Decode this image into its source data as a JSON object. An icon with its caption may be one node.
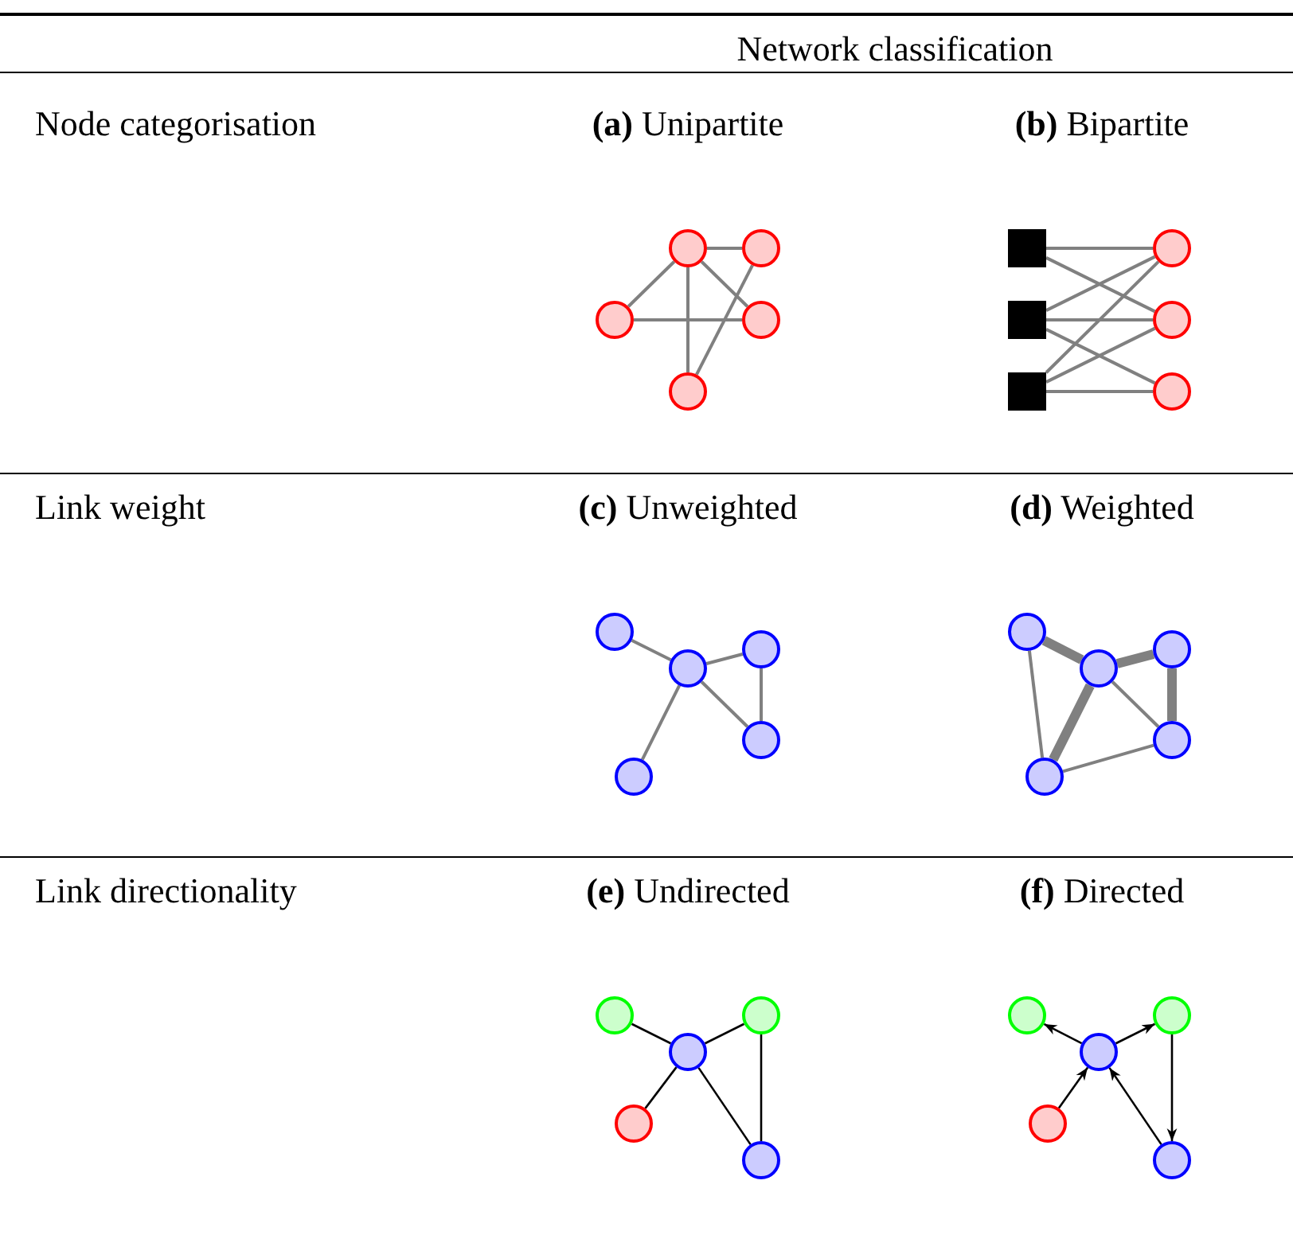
{
  "diagram": {
    "nodes": [
      {
        "text": [],
        "shape": "circle"
      },
      {
        "text": [],
        "shape": "circle"
      },
      {
        "text": [],
        "shape": "circle"
      },
      {
        "text": [],
        "shape": "circle"
      },
      {
        "text": [],
        "shape": "circle"
      },
      {
        "text": [],
        "shape": "box"
      },
      {
        "text": [],
        "shape": "circle"
      },
      {
        "text": [],
        "shape": "box"
      },
      {
        "text": [],
        "shape": "circle"
      },
      {
        "text": [],
        "shape": "box"
      },
      {
        "text": [],
        "shape": "circle"
      },
      {
        "text": [],
        "shape": "circle"
      },
      {
        "text": [],
        "shape": "circle"
      },
      {
        "text": [],
        "shape": "circle"
      },
      {
        "text": [],
        "shape": "circle"
      },
      {
        "text": [],
        "shape": "circle"
      },
      {
        "text": [],
        "shape": "circle"
      },
      {
        "text": [],
        "shape": "circle"
      },
      {
        "text": [],
        "shape": "circle"
      },
      {
        "text": [],
        "shape": "circle"
      },
      {
        "text": [],
        "shape": "circle"
      },
      {
        "text": [],
        "shape": "circle"
      },
      {
        "text": [],
        "shape": "circle"
      },
      {
        "text": [],
        "shape": "circle"
      },
      {
        "text": [],
        "shape": "circle"
      },
      {
        "text": [],
        "shape": "circle"
      },
      {
        "text": [],
        "shape": "circle"
      },
      {
        "text": [],
        "shape": "circle"
      },
      {
        "text": [],
        "shape": "circle"
      },
      {
        "text": [],
        "shape": "circle"
      },
      {
        "text": [],
        "shape": "circle"
      }
    ],
    "edges": [
      {
        "from": 0,
        "to": 1,
        "arrow": "none"
      },
      {
        "from": 0,
        "to": 2,
        "arrow": "none"
      },
      {
        "from": 0,
        "to": 3,
        "arrow": "none"
      },
      {
        "from": 0,
        "to": 4,
        "arrow": "none"
      },
      {
        "from": 2,
        "to": 3,
        "arrow": "none"
      },
      {
        "from": 1,
        "to": 4,
        "arrow": "none"
      },
      {
        "from": 5,
        "to": 6,
        "arrow": "none"
      },
      {
        "from": 5,
        "to": 8,
        "arrow": "none"
      },
      {
        "from": 7,
        "to": 6,
        "arrow": "none"
      },
      {
        "from": 7,
        "to": 8,
        "arrow": "none"
      },
      {
        "from": 7,
        "to": 10,
        "arrow": "none"
      },
      {
        "from": 9,
        "to": 6,
        "arrow": "none"
      },
      {
        "from": 9,
        "to": 8,
        "arrow": "none"
      },
      {
        "from": 9,
        "to": 10,
        "arrow": "none"
      },
      {
        "from": 11,
        "to": 13,
        "arrow": "none"
      },
      {
        "from": 13,
        "to": 12,
        "arrow": "none"
      },
      {
        "from": 12,
        "to": 14,
        "arrow": "none"
      },
      {
        "from": 13,
        "to": 14,
        "arrow": "none"
      },
      {
        "from": 13,
        "to": 15,
        "arrow": "none"
      },
      {
        "from": 16,
        "to": 18,
        "arrow": "none",
        "style": "thick"
      },
      {
        "from": 18,
        "to": 17,
        "arrow": "none",
        "style": "thick"
      },
      {
        "from": 17,
        "to": 19,
        "arrow": "none",
        "style": "thick"
      },
      {
        "from": 18,
        "to": 19,
        "arrow": "none"
      },
      {
        "from": 18,
        "to": 20,
        "arrow": "none",
        "style": "thick"
      },
      {
        "from": 16,
        "to": 20,
        "arrow": "none"
      },
      {
        "from": 20,
        "to": 19,
        "arrow": "none"
      },
      {
        "from": 23,
        "to": 21,
        "arrow": "none",
        "color": "#000000"
      },
      {
        "from": 23,
        "to": 22,
        "arrow": "none",
        "color": "#000000"
      },
      {
        "from": 24,
        "to": 23,
        "arrow": "none",
        "color": "#000000"
      },
      {
        "from": 23,
        "to": 25,
        "arrow": "none",
        "color": "#000000"
      },
      {
        "from": 22,
        "to": 25,
        "arrow": "none",
        "color": "#000000"
      },
      {
        "from": 28,
        "to": 26,
        "arrow": "to",
        "color": "#000000"
      },
      {
        "from": 28,
        "to": 27,
        "arrow": "to",
        "color": "#000000"
      },
      {
        "from": 29,
        "to": 28,
        "arrow": "to",
        "color": "#000000"
      },
      {
        "from": 30,
        "to": 28,
        "arrow": "to",
        "color": "#000000"
      },
      {
        "from": 27,
        "to": 30,
        "arrow": "to",
        "color": "#000000"
      }
    ],
    "labels": [
      "Network classification",
      "Node categorisation",
      "**(a)** Unipartite",
      "**(b)** Bipartite",
      "Link weight",
      "**(c)** Unweighted",
      "**(d)** Weighted",
      "Link directionality",
      "**(e)** Undirected",
      "**(f)** Directed"
    ]
  }
}
